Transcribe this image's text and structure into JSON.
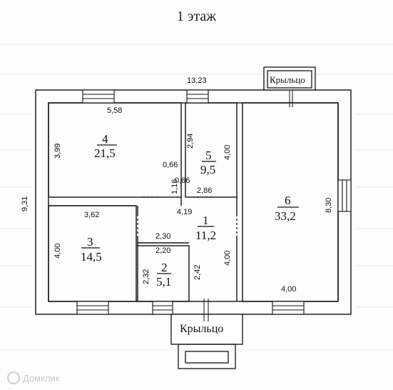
{
  "title": "1 этаж",
  "porches": {
    "top": "Крыльцо",
    "bottom": "Крыльцо"
  },
  "watermark": "Домклик",
  "rooms": [
    {
      "num": "4",
      "area": "21,5"
    },
    {
      "num": "5",
      "area": "9,5"
    },
    {
      "num": "6",
      "area": "33,2"
    },
    {
      "num": "3",
      "area": "14,5"
    },
    {
      "num": "1",
      "area": "11,2"
    },
    {
      "num": "2",
      "area": "5,1"
    }
  ],
  "dims": {
    "overall_width": "13,23",
    "overall_height": "9,31",
    "r4_width": "5,58",
    "r4_height": "3,99",
    "r5_height_a": "2,94",
    "r5_height_b": "4,00",
    "d066_a": "0,66",
    "d066_b": "0,66",
    "d116": "1,16",
    "d286": "2,86",
    "r6_height": "8,30",
    "r3_width": "3,62",
    "d419": "4,19",
    "r3_height": "4,00",
    "r1_height": "4,00",
    "d230": "2,30",
    "d220": "2,20",
    "r2_height": "2,32",
    "d242": "2,42",
    "r6_width": "4,00"
  }
}
